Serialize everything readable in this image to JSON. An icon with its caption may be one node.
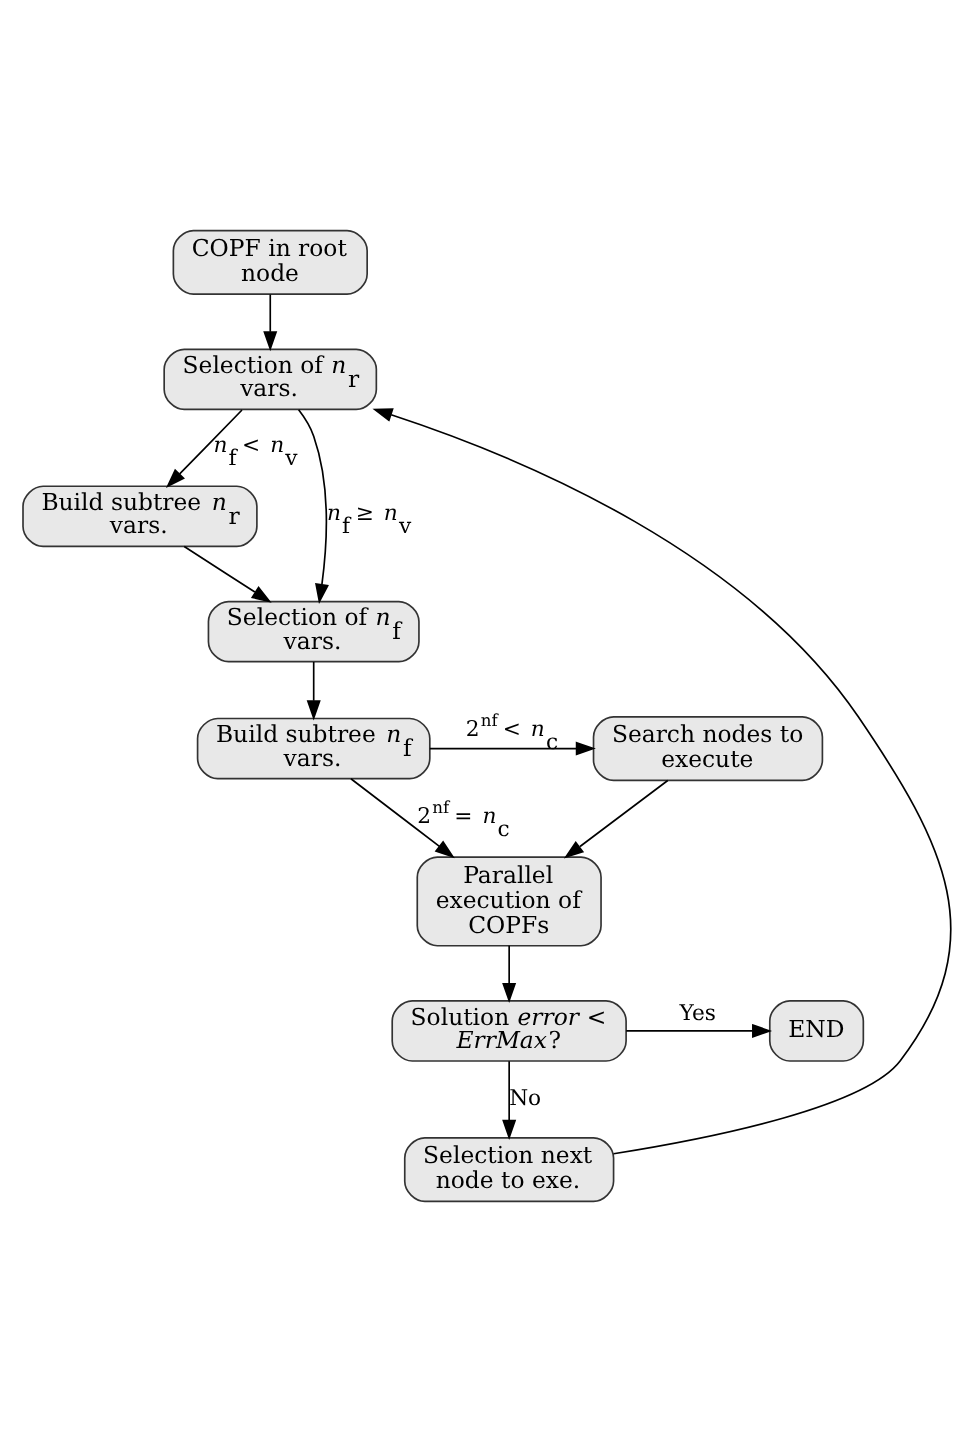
{
  "diagram": {
    "nodes": [
      {
        "text": [
          "COPF in root node"
        ]
      },
      {
        "text": [
          "Selection of *n*$_{r}$ vars."
        ]
      },
      {
        "text": [
          "Build subtree *n*$_{r}$ vars."
        ]
      },
      {
        "text": [
          "Selection of *n*$_{f}$ vars."
        ]
      },
      {
        "text": [
          "Build subtree *n*$_{f}$ vars."
        ]
      },
      {
        "text": [
          "Search nodes to execute"
        ]
      },
      {
        "text": [
          "Parallel execution of COPFs"
        ]
      },
      {
        "text": [
          "Solution *error* < *ErrMax*?"
        ]
      },
      {
        "text": [
          "END"
        ]
      },
      {
        "text": [
          "Selection next node to exe."
        ]
      }
    ],
    "edges": [
      {
        "from": 0,
        "to": 1,
        "arrow": "to"
      },
      {
        "from": 1,
        "to": 2,
        "arrow": "to",
        "label": "*n*$_{f}$ < *n*$_{v}$"
      },
      {
        "from": 1,
        "to": 3,
        "arrow": "to",
        "label": "*n*$_{f}$ ≥ *n*$_{v}$"
      },
      {
        "from": 2,
        "to": 3,
        "arrow": "to"
      },
      {
        "from": 3,
        "to": 4,
        "arrow": "to"
      },
      {
        "from": 4,
        "to": 5,
        "arrow": "to",
        "label": "2$^{nf}$ < *n*$_{c}$"
      },
      {
        "from": 4,
        "to": 6,
        "arrow": "to",
        "label": "2$^{nf}$ = *n*$_{c}$"
      },
      {
        "from": 5,
        "to": 6,
        "arrow": "to"
      },
      {
        "from": 6,
        "to": 7,
        "arrow": "to"
      },
      {
        "from": 7,
        "to": 8,
        "arrow": "to",
        "label": "Yes"
      },
      {
        "from": 7,
        "to": 9,
        "arrow": "to",
        "label": "No"
      },
      {
        "from": 9,
        "to": 1,
        "arrow": "to"
      }
    ]
  }
}
